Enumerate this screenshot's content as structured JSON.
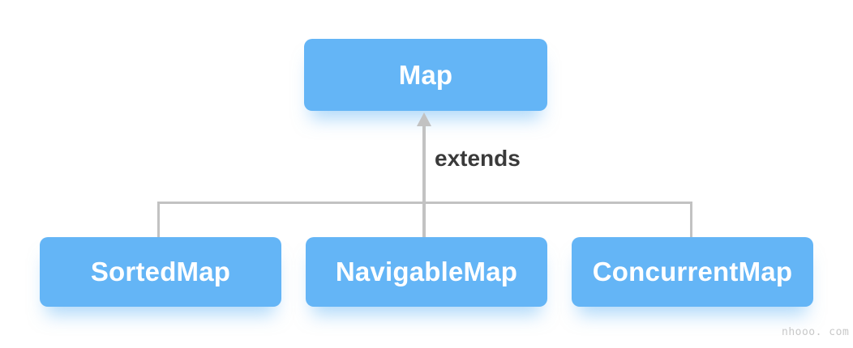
{
  "diagram": {
    "type": "inheritance-hierarchy",
    "parent": {
      "label": "Map"
    },
    "children": [
      {
        "label": "SortedMap"
      },
      {
        "label": "NavigableMap"
      },
      {
        "label": "ConcurrentMap"
      }
    ],
    "edge_label": "extends",
    "watermark": "nhooo. com",
    "colors": {
      "node_fill": "#64b5f6",
      "node_text": "#ffffff",
      "node_glow": "rgba(100,181,246,0.5)",
      "connector": "#c2c2c2",
      "edge_label_color": "#3a3a3a",
      "watermark_color": "#c8c8c8"
    }
  }
}
